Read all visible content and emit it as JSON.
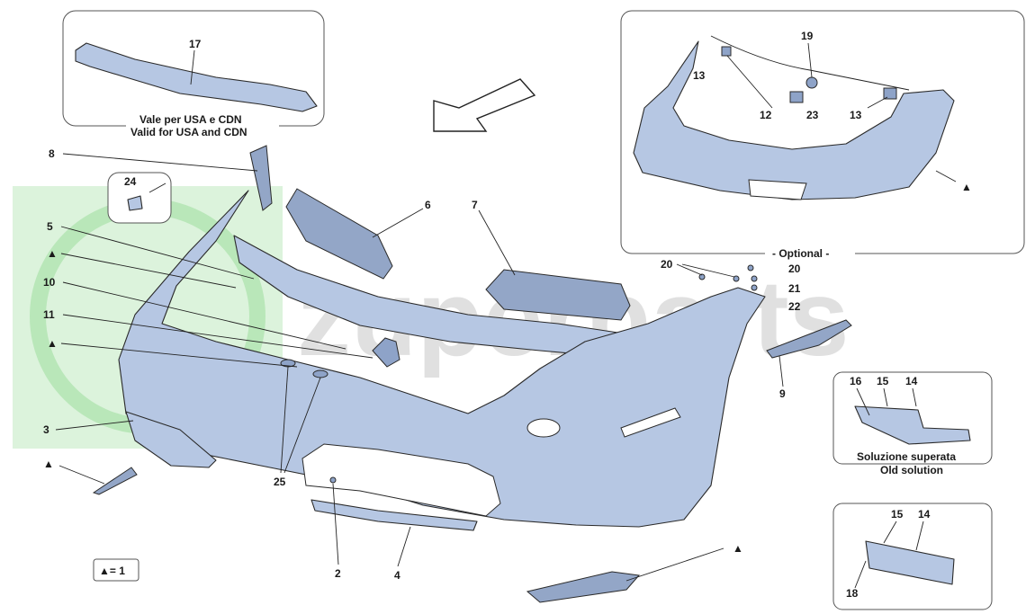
{
  "watermark": {
    "brand": "zuperparts",
    "logo_color": "#3fbf3f"
  },
  "insets": {
    "usa": {
      "caption_line1": "Vale per USA e CDN",
      "caption_line2": "Valid for USA and CDN",
      "part": "17"
    },
    "optional": {
      "caption": "- Optional -",
      "parts": [
        "13",
        "19",
        "12",
        "23",
        "13"
      ]
    },
    "old_solution": {
      "caption_line1": "Soluzione superata",
      "caption_line2": "Old solution",
      "parts": [
        "16",
        "15",
        "14"
      ]
    },
    "new_solution": {
      "parts": [
        "15",
        "14",
        "18"
      ]
    },
    "detail_24": {
      "part": "24"
    }
  },
  "legend": {
    "text": "▲= 1"
  },
  "callouts": {
    "c8": "8",
    "c5": "5",
    "tri1": "▲",
    "c10": "10",
    "c11": "11",
    "tri2": "▲",
    "c3": "3",
    "tri3": "▲",
    "c6": "6",
    "c7": "7",
    "c25": "25",
    "c2": "2",
    "c4": "4",
    "c9": "9",
    "tri4": "▲",
    "tri5": "▲",
    "c20a": "20",
    "c20b": "20",
    "c21": "21",
    "c22": "22"
  },
  "colors": {
    "part_fill": "#b6c7e3",
    "line": "#2a2a2a",
    "mesh": "#93a6c7"
  }
}
